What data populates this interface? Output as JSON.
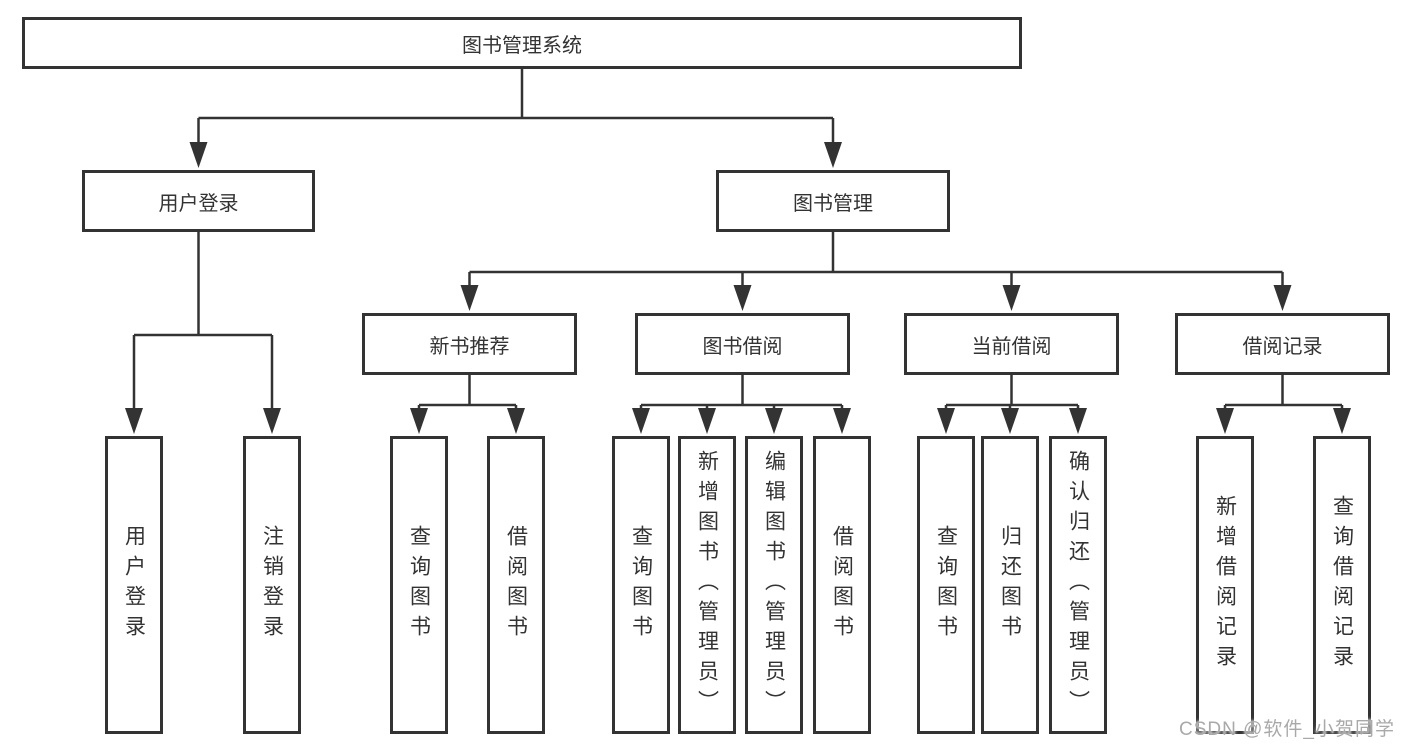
{
  "diagram_title": "图书管理系统",
  "tree": {
    "root": {
      "label": "图书管理系统"
    },
    "branches": [
      {
        "label": "用户登录",
        "children": [
          {
            "label": "用户登录"
          },
          {
            "label": "注销登录"
          }
        ]
      },
      {
        "label": "图书管理",
        "children": [
          {
            "label": "新书推荐",
            "children": [
              {
                "label": "查询图书"
              },
              {
                "label": "借阅图书"
              }
            ]
          },
          {
            "label": "图书借阅",
            "children": [
              {
                "label": "查询图书"
              },
              {
                "label": "新增图书（管理员）"
              },
              {
                "label": "编辑图书（管理员）"
              },
              {
                "label": "借阅图书"
              }
            ]
          },
          {
            "label": "当前借阅",
            "children": [
              {
                "label": "查询图书"
              },
              {
                "label": "归还图书"
              },
              {
                "label": "确认归还（管理员）"
              }
            ]
          },
          {
            "label": "借阅记录",
            "children": [
              {
                "label": "新增借阅记录"
              },
              {
                "label": "查询借阅记录"
              }
            ]
          }
        ]
      }
    ]
  },
  "watermark": "CSDN @软件_小贺同学",
  "colors": {
    "line": "#333333",
    "text": "#333333",
    "background": "#ffffff",
    "watermark": "#a9a9a9"
  }
}
